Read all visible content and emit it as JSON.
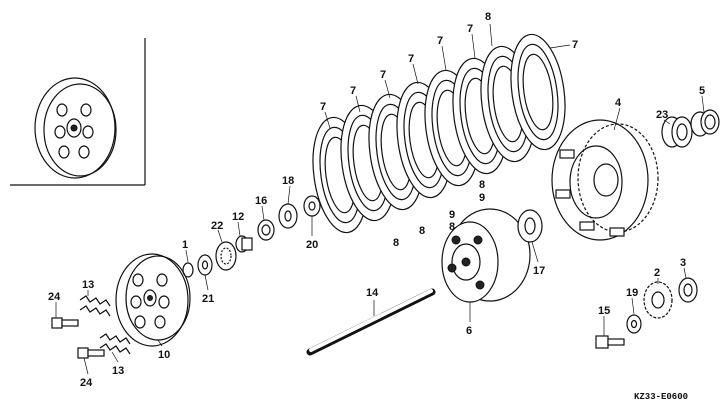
{
  "diagram": {
    "callouts": {
      "c1": "1",
      "c2": "2",
      "c3": "3",
      "c4": "4",
      "c5": "5",
      "c6": "6",
      "c7a": "7",
      "c7b": "7",
      "c7c": "7",
      "c7d": "7",
      "c7e": "7",
      "c7f": "7",
      "c7g": "7",
      "c8a": "8",
      "c8b": "8",
      "c8c": "8",
      "c8d": "8",
      "c8e": "8",
      "c9a": "9",
      "c9b": "9",
      "c10": "10",
      "c12": "12",
      "c13a": "13",
      "c13b": "13",
      "c14": "14",
      "c15": "15",
      "c16": "16",
      "c17": "17",
      "c18": "18",
      "c19": "19",
      "c20": "20",
      "c21": "21",
      "c22": "22",
      "c23": "23",
      "c24a": "24",
      "c24b": "24"
    },
    "figure_code": "KZ33-E0600"
  }
}
